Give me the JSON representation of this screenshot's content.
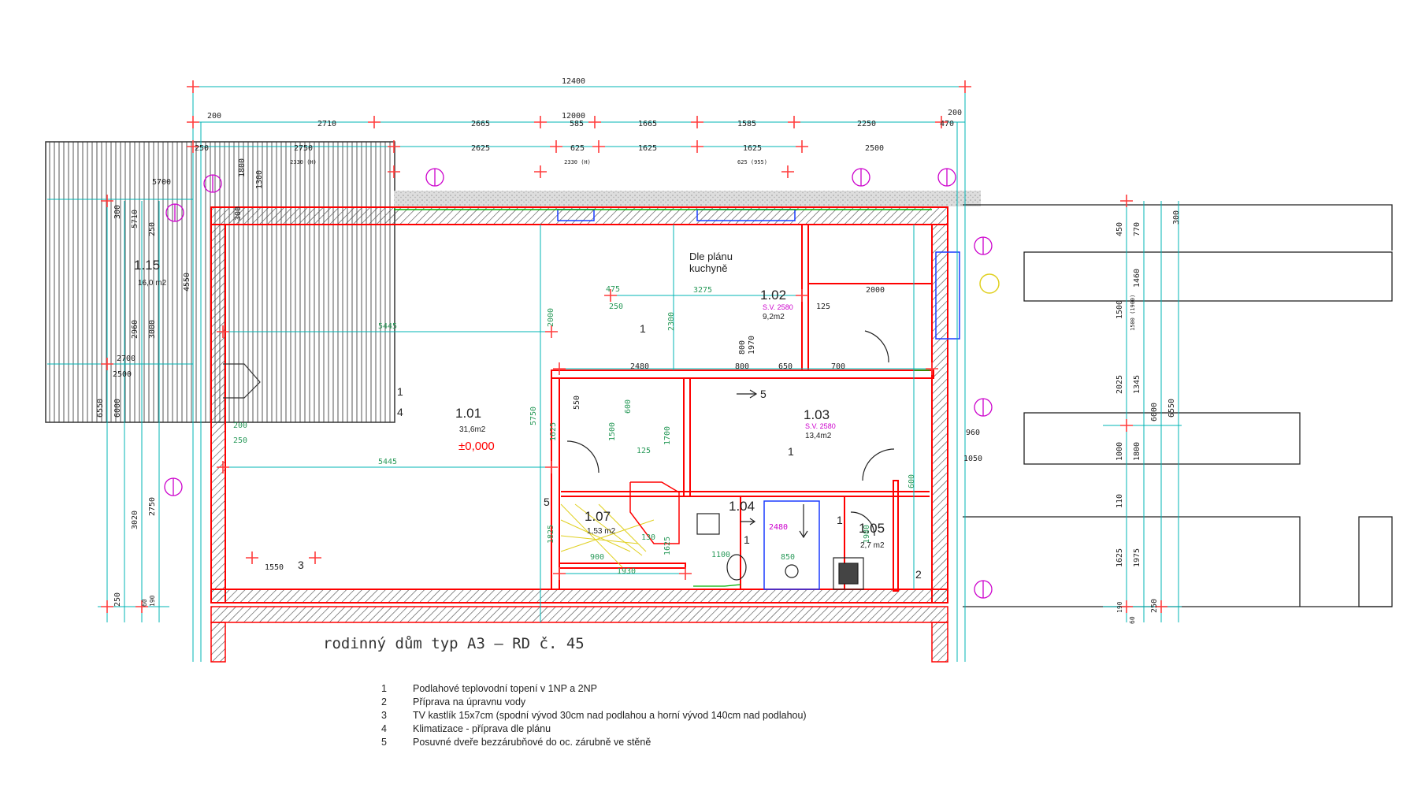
{
  "drawing_title": "rodinný dům typ A3 – RD č. 45",
  "top_dimensions": {
    "overall": "12400",
    "overall_inner": "12000",
    "row1": [
      "200",
      "2710",
      "2665",
      "585",
      "1665",
      "1585",
      "2250",
      "470",
      "200"
    ],
    "row2": [
      "250",
      "2750",
      "2625",
      "625",
      "1625",
      "1625",
      "2500"
    ],
    "row2_sub": [
      "2330 (H)",
      "2330 (H)",
      "625 (955)"
    ]
  },
  "left_dimensions": [
    "5700",
    "300",
    "5710",
    "250",
    "4550",
    "2960",
    "3000",
    "2700",
    "2500",
    "6550",
    "6000",
    "3020",
    "2750",
    "250",
    "60",
    "190",
    "1800",
    "1300",
    "300"
  ],
  "right_dimensions": [
    "300",
    "450",
    "770",
    "1460",
    "1500",
    "1500 (1900)",
    "1345",
    "2025",
    "6000",
    "6550",
    "1000",
    "1800",
    "110",
    "1625",
    "1975",
    "190",
    "250",
    "60"
  ],
  "rooms": [
    {
      "number": "1.01",
      "area": "31,6m2",
      "level": "±0,000"
    },
    {
      "number": "1.02",
      "area": "9,2m2",
      "sv": "S.V. 2580"
    },
    {
      "number": "1.03",
      "area": "13,4m2",
      "sv": "S.V. 2580"
    },
    {
      "number": "1.04",
      "area": ""
    },
    {
      "number": "1.05",
      "area": "2,7 m2"
    },
    {
      "number": "1.07",
      "area": "1,53 m2"
    },
    {
      "number": "1.15",
      "area": "16,0 m2"
    }
  ],
  "kitchen_note": [
    "Dle plánu",
    "kuchyně"
  ],
  "interior_dimensions": [
    "5445",
    "5445",
    "3275",
    "2000",
    "2480",
    "800",
    "650",
    "125",
    "700",
    "800",
    "1970",
    "475",
    "250",
    "2300",
    "2000",
    "5750",
    "1625",
    "1825",
    "550",
    "600",
    "1500",
    "125",
    "1700",
    "900",
    "1930",
    "130",
    "1625",
    "1100",
    "2480",
    "850",
    "960",
    "1050",
    "1550",
    "1980",
    "600",
    "200",
    "250"
  ],
  "callouts": [
    "1",
    "4",
    "1",
    "5",
    "1",
    "5",
    "3",
    "1",
    "1",
    "2"
  ],
  "legend": [
    {
      "num": "1",
      "text": "Podlahové teplovodní topení v 1NP a 2NP"
    },
    {
      "num": "2",
      "text": "Příprava na úpravnu vody"
    },
    {
      "num": "3",
      "text": "TV kastlík 15x7cm (spodní vývod 30cm nad podlahou a horní vývod 140cm nad podlahou)"
    },
    {
      "num": "4",
      "text": "Klimatizace - příprava dle plánu"
    },
    {
      "num": "5",
      "text": "Posuvné dveře bezzárubňové do oc. zárubně ve stěně"
    }
  ],
  "colors": {
    "wall": "#ff0000",
    "dimension": "#00b4b4",
    "marker": "#ff3c3c",
    "socket": "#cc00cc",
    "green": "#00b000",
    "blue": "#0000cc",
    "black": "#000000"
  }
}
